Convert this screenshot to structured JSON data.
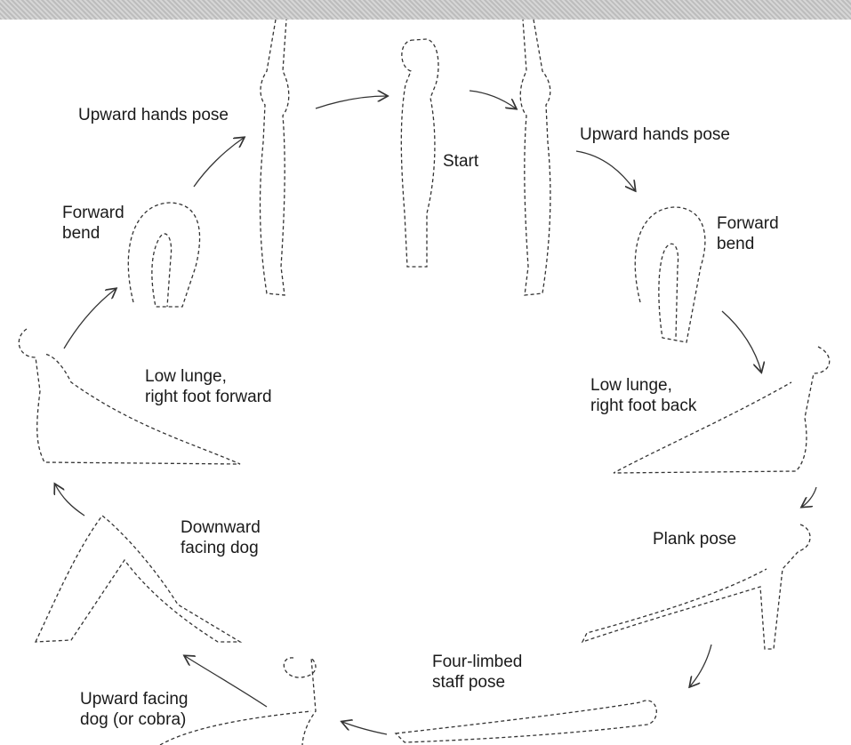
{
  "labels": {
    "start": "Start",
    "upward_hands_left": "Upward hands pose",
    "upward_hands_right": "Upward hands pose",
    "forward_bend_left": "Forward\nbend",
    "forward_bend_right": "Forward\nbend",
    "low_lunge_forward": "Low lunge,\nright foot forward",
    "low_lunge_back": "Low lunge,\nright foot back",
    "plank": "Plank pose",
    "downward_dog": "Downward\nfacing dog",
    "four_limbed_staff": "Four-limbed\nstaff pose",
    "upward_dog": "Upward facing\ndog (or cobra)"
  }
}
